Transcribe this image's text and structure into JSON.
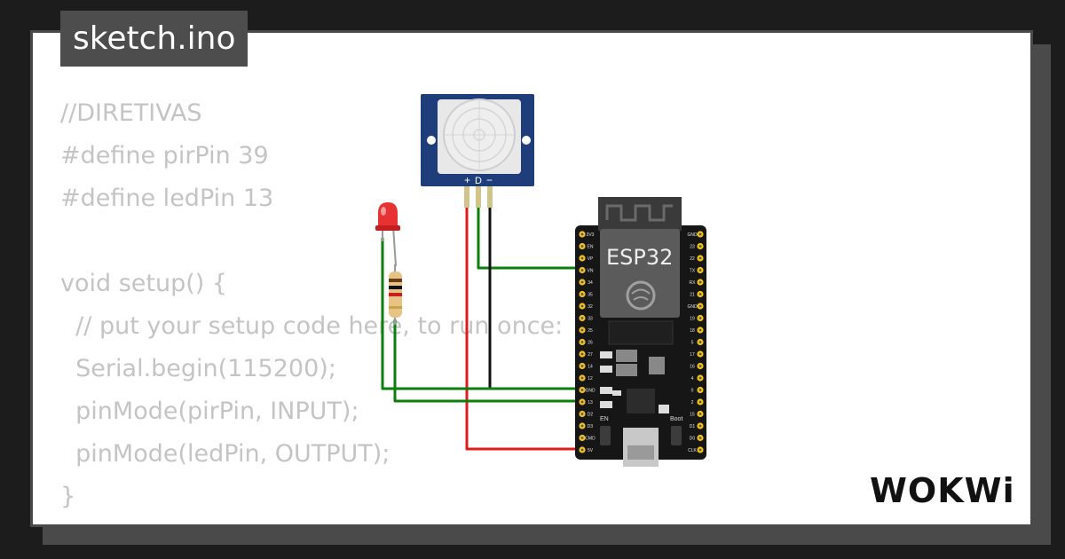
{
  "file_tab": {
    "label": "sketch.ino"
  },
  "code_lines": [
    "//DIRETIVAS",
    "#define pirPin 39",
    "#define ledPin 13",
    "",
    "void setup() {",
    "  // put your setup code here, to run once:",
    "  Serial.begin(115200);",
    "  pinMode(pirPin, INPUT);",
    "  pinMode(ledPin, OUTPUT);",
    "}"
  ],
  "components": {
    "pir_sensor": {
      "pin_labels": [
        "+",
        "D",
        "−"
      ]
    },
    "esp32": {
      "label": "ESP32",
      "left_pins": [
        "3V3",
        "EN",
        "VP",
        "VN",
        "34",
        "35",
        "32",
        "33",
        "25",
        "26",
        "27",
        "14",
        "12",
        "GND",
        "13",
        "D2",
        "D3",
        "CMD",
        "5V"
      ],
      "right_pins": [
        "GND",
        "23",
        "22",
        "TX",
        "RX",
        "21",
        "GND",
        "19",
        "18",
        "5",
        "17",
        "16",
        "4",
        "0",
        "2",
        "15",
        "D1",
        "D0",
        "CLK"
      ],
      "button_labels": [
        "EN",
        "Boot"
      ]
    }
  },
  "wire_colors": {
    "green": "#0b7f0b",
    "black": "#111111",
    "red": "#e01b1b"
  },
  "brand": {
    "logo_text": "WOKWi"
  }
}
